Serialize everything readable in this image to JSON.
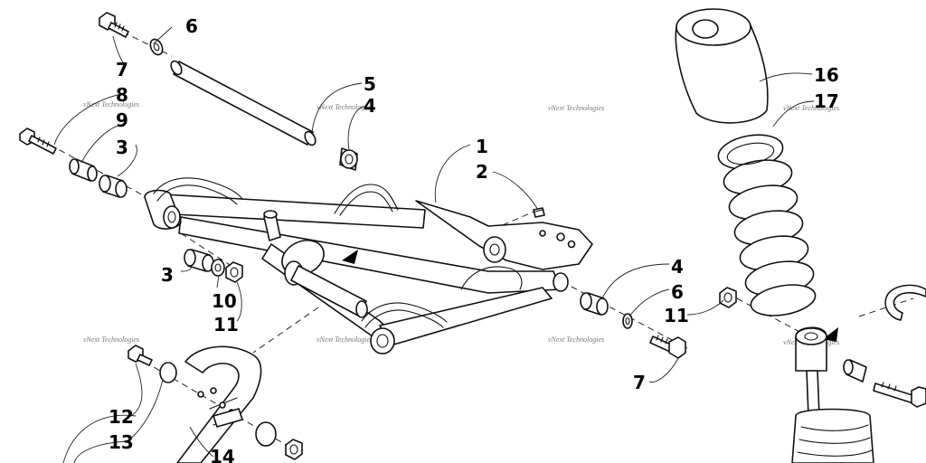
{
  "diagram": {
    "watermark_text": "vNext Technologies",
    "callouts": [
      "1",
      "2",
      "3",
      "3",
      "3",
      "4",
      "4",
      "5",
      "6",
      "6",
      "7",
      "7",
      "7",
      "8",
      "9",
      "10",
      "11",
      "11",
      "12",
      "13",
      "14",
      "16",
      "17"
    ],
    "colors": {
      "line": "#111111",
      "background": "#ffffff",
      "watermark": "#777777"
    }
  }
}
